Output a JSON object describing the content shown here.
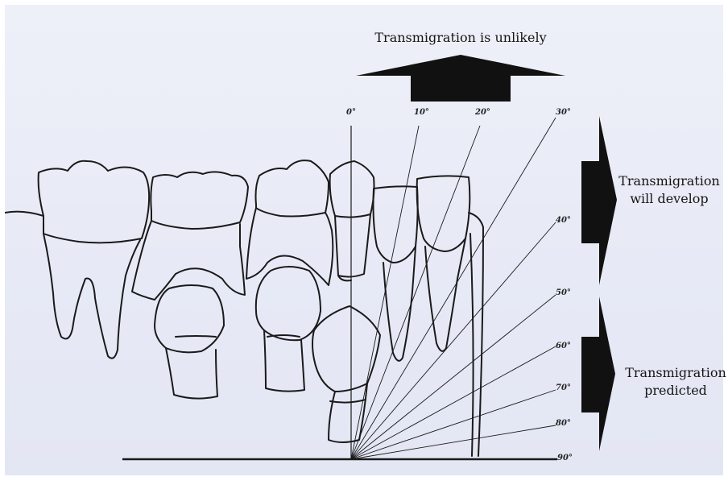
{
  "labels": {
    "top": "Transmigration is unlikely",
    "middle_line1": "Transmigration",
    "middle_line2": "will develop",
    "bottom_line1": "Transmigration",
    "bottom_line2": "predicted"
  },
  "angles": [
    "0°",
    "10°",
    "20°",
    "30°",
    "40°",
    "50°",
    "60°",
    "70°",
    "80°",
    "90°"
  ],
  "colors": {
    "ink": "#151515",
    "background": "#e8ebf6"
  }
}
